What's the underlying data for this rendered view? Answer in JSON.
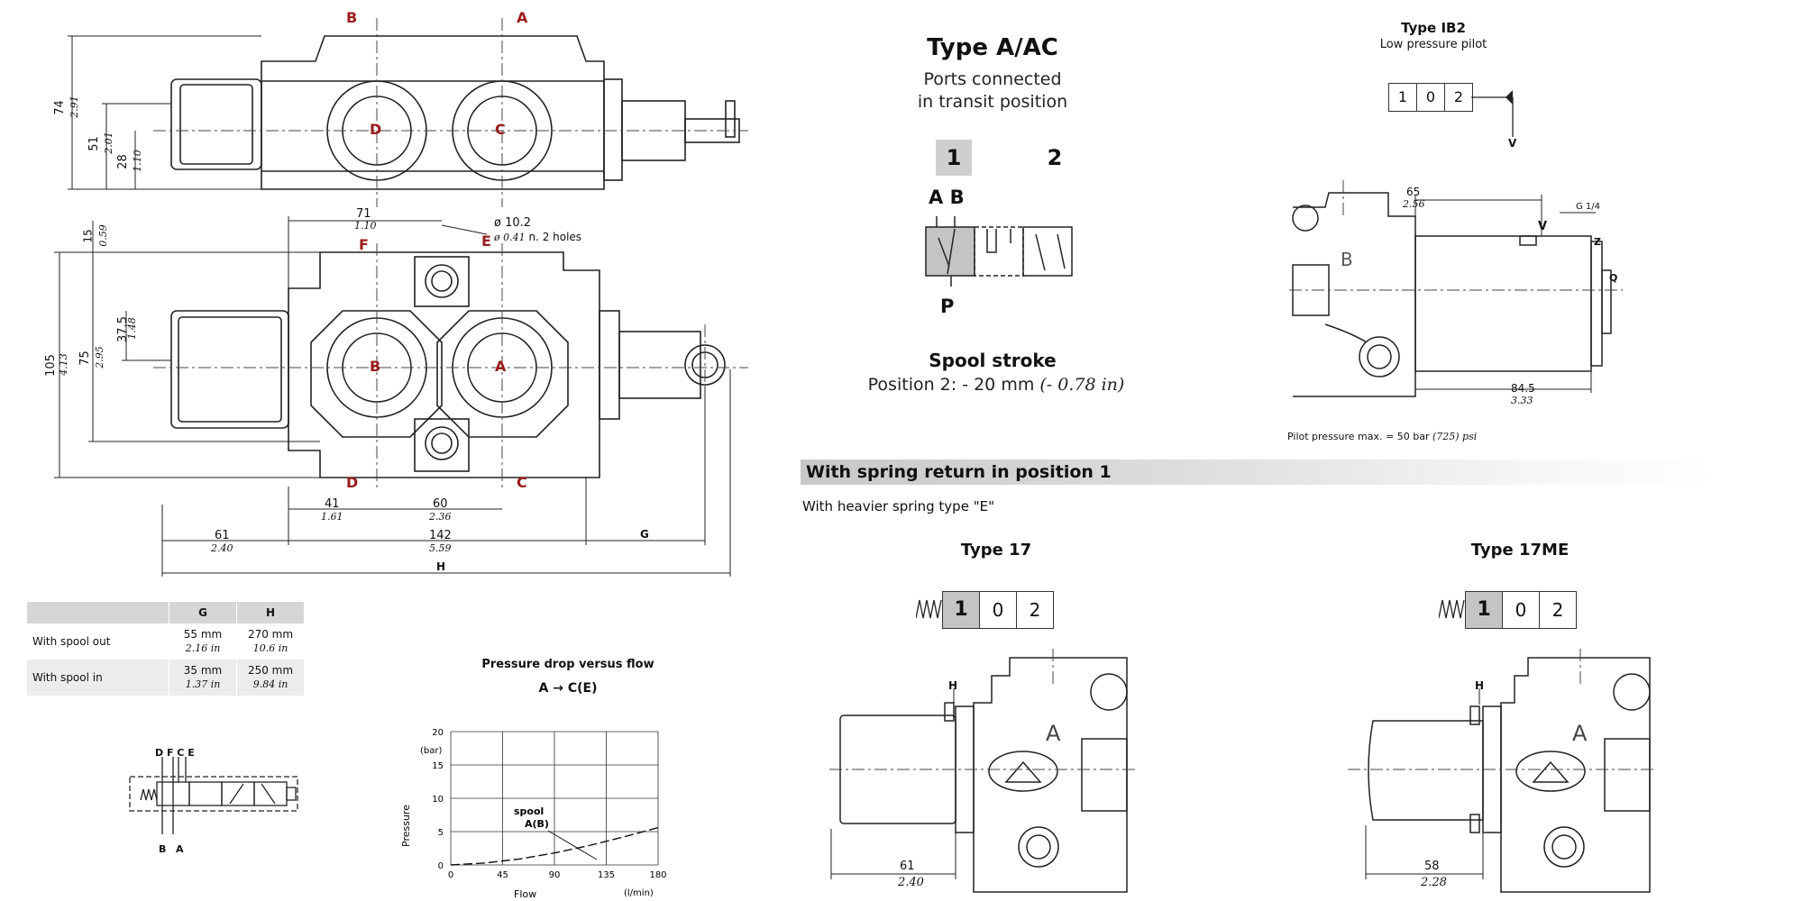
{
  "top_view": {
    "ports": [
      "B",
      "A",
      "D",
      "C"
    ],
    "dims": [
      "74",
      "2.91",
      "51",
      "2.01",
      "28",
      "1.10"
    ]
  },
  "front_view": {
    "ports": [
      "F",
      "E",
      "B",
      "A",
      "D",
      "C"
    ],
    "hole_dia": "ø 10.2",
    "hole_dia_in": "ø 0.41",
    "hole_note": "n. 2 holes",
    "dims_top": [
      "71",
      "1.10"
    ],
    "dims_left": [
      "15",
      "0.59",
      "37.5",
      "1.48",
      "75",
      "2.95",
      "105",
      "4.13"
    ],
    "dims_bottom": [
      "41",
      "1.61",
      "60",
      "2.36",
      "61",
      "2.40",
      "142",
      "5.59",
      "G",
      "H"
    ]
  },
  "table": {
    "headers": [
      "",
      "G",
      "H"
    ],
    "rows": [
      {
        "label": "With spool out",
        "g": "55 mm",
        "g_in": "2.16 in",
        "h": "270 mm",
        "h_in": "10.6 in"
      },
      {
        "label": "With spool in",
        "g": "35 mm",
        "g_in": "1.37 in",
        "h": "250 mm",
        "h_in": "9.84 in"
      }
    ]
  },
  "schematic_small": {
    "top": "D F C E",
    "bottom_b": "B",
    "bottom_a": "A"
  },
  "chart_data": {
    "type": "line",
    "title": "Pressure drop versus flow",
    "subtitle": "A → C(E)",
    "xlabel": "Flow",
    "xunit": "(l/min)",
    "ylabel": "Pressure",
    "yunit": "(bar)",
    "xlim": [
      0,
      180
    ],
    "ylim": [
      0,
      20
    ],
    "xticks": [
      0,
      45,
      90,
      135,
      180
    ],
    "yticks": [
      0,
      5,
      10,
      15,
      20
    ],
    "grid": true,
    "series": [
      {
        "name": "spool A(B)",
        "x": [
          0,
          30,
          60,
          90,
          120,
          150,
          180
        ],
        "y": [
          0,
          0.3,
          0.9,
          1.8,
          2.9,
          4.2,
          5.6
        ]
      }
    ],
    "annotation_line1": "spool",
    "annotation_line2": "A(B)"
  },
  "type_a": {
    "title": "Type A/AC",
    "sub1": "Ports connected",
    "sub2": "in transit position",
    "pos1": "1",
    "pos2": "2",
    "ports_top": "A B",
    "port_bottom": "P",
    "stroke_title": "Spool stroke",
    "stroke_text": "Position 2: - 20 mm",
    "stroke_in": "(- 0.78 in)"
  },
  "type_ib2": {
    "title": "Type IB2",
    "sub": "Low pressure pilot",
    "positions": [
      "1",
      "0",
      "2"
    ],
    "v": "V",
    "dims": [
      "65",
      "2.56",
      "G 1/4",
      "84.5",
      "3.33"
    ],
    "labels": [
      "Z",
      "Q",
      "V",
      "B"
    ],
    "note": "Pilot pressure max. = 50 bar",
    "note_in": "(725) psi"
  },
  "spring_section": {
    "heading": "With spring return in position 1",
    "note": "With heavier spring type \"E\"",
    "type17": {
      "title": "Type 17",
      "positions": [
        "1",
        "0",
        "2"
      ],
      "h": "H",
      "port": "A",
      "dim": "61",
      "dim_in": "2.40"
    },
    "type17me": {
      "title": "Type 17ME",
      "positions": [
        "1",
        "0",
        "2"
      ],
      "h": "H",
      "port": "A",
      "dim": "58",
      "dim_in": "2.28"
    }
  }
}
